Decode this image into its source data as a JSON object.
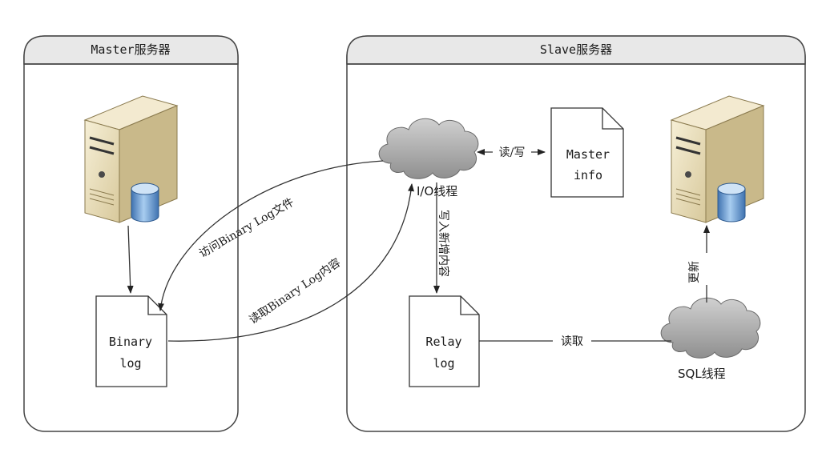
{
  "panels": {
    "master": {
      "title": "Master服务器"
    },
    "slave": {
      "title": "Slave服务器"
    }
  },
  "nodes": {
    "master_server": {
      "icon": "server-icon"
    },
    "binary_log": {
      "line1": "Binary",
      "line2": "log"
    },
    "io_thread": {
      "label": "I/O线程",
      "icon": "cloud-icon"
    },
    "master_info": {
      "line1": "Master",
      "line2": "info"
    },
    "relay_log": {
      "line1": "Relay",
      "line2": "log"
    },
    "sql_thread": {
      "label": "SQL线程",
      "icon": "cloud-icon"
    },
    "slave_server": {
      "icon": "server-icon"
    }
  },
  "edges": {
    "access_binlog": "访问Binary Log文件",
    "read_binlog": "读取Binary Log内容",
    "read_write": "读/写",
    "write_new": "写入新增内容",
    "read": "读取",
    "update": "更新"
  },
  "colors": {
    "panel_header": "#e8e8e8",
    "server_body": "#eee5c8",
    "server_side": "#c9b98a",
    "cloud": "#b3b3b3",
    "database": "#6f9fd0"
  }
}
